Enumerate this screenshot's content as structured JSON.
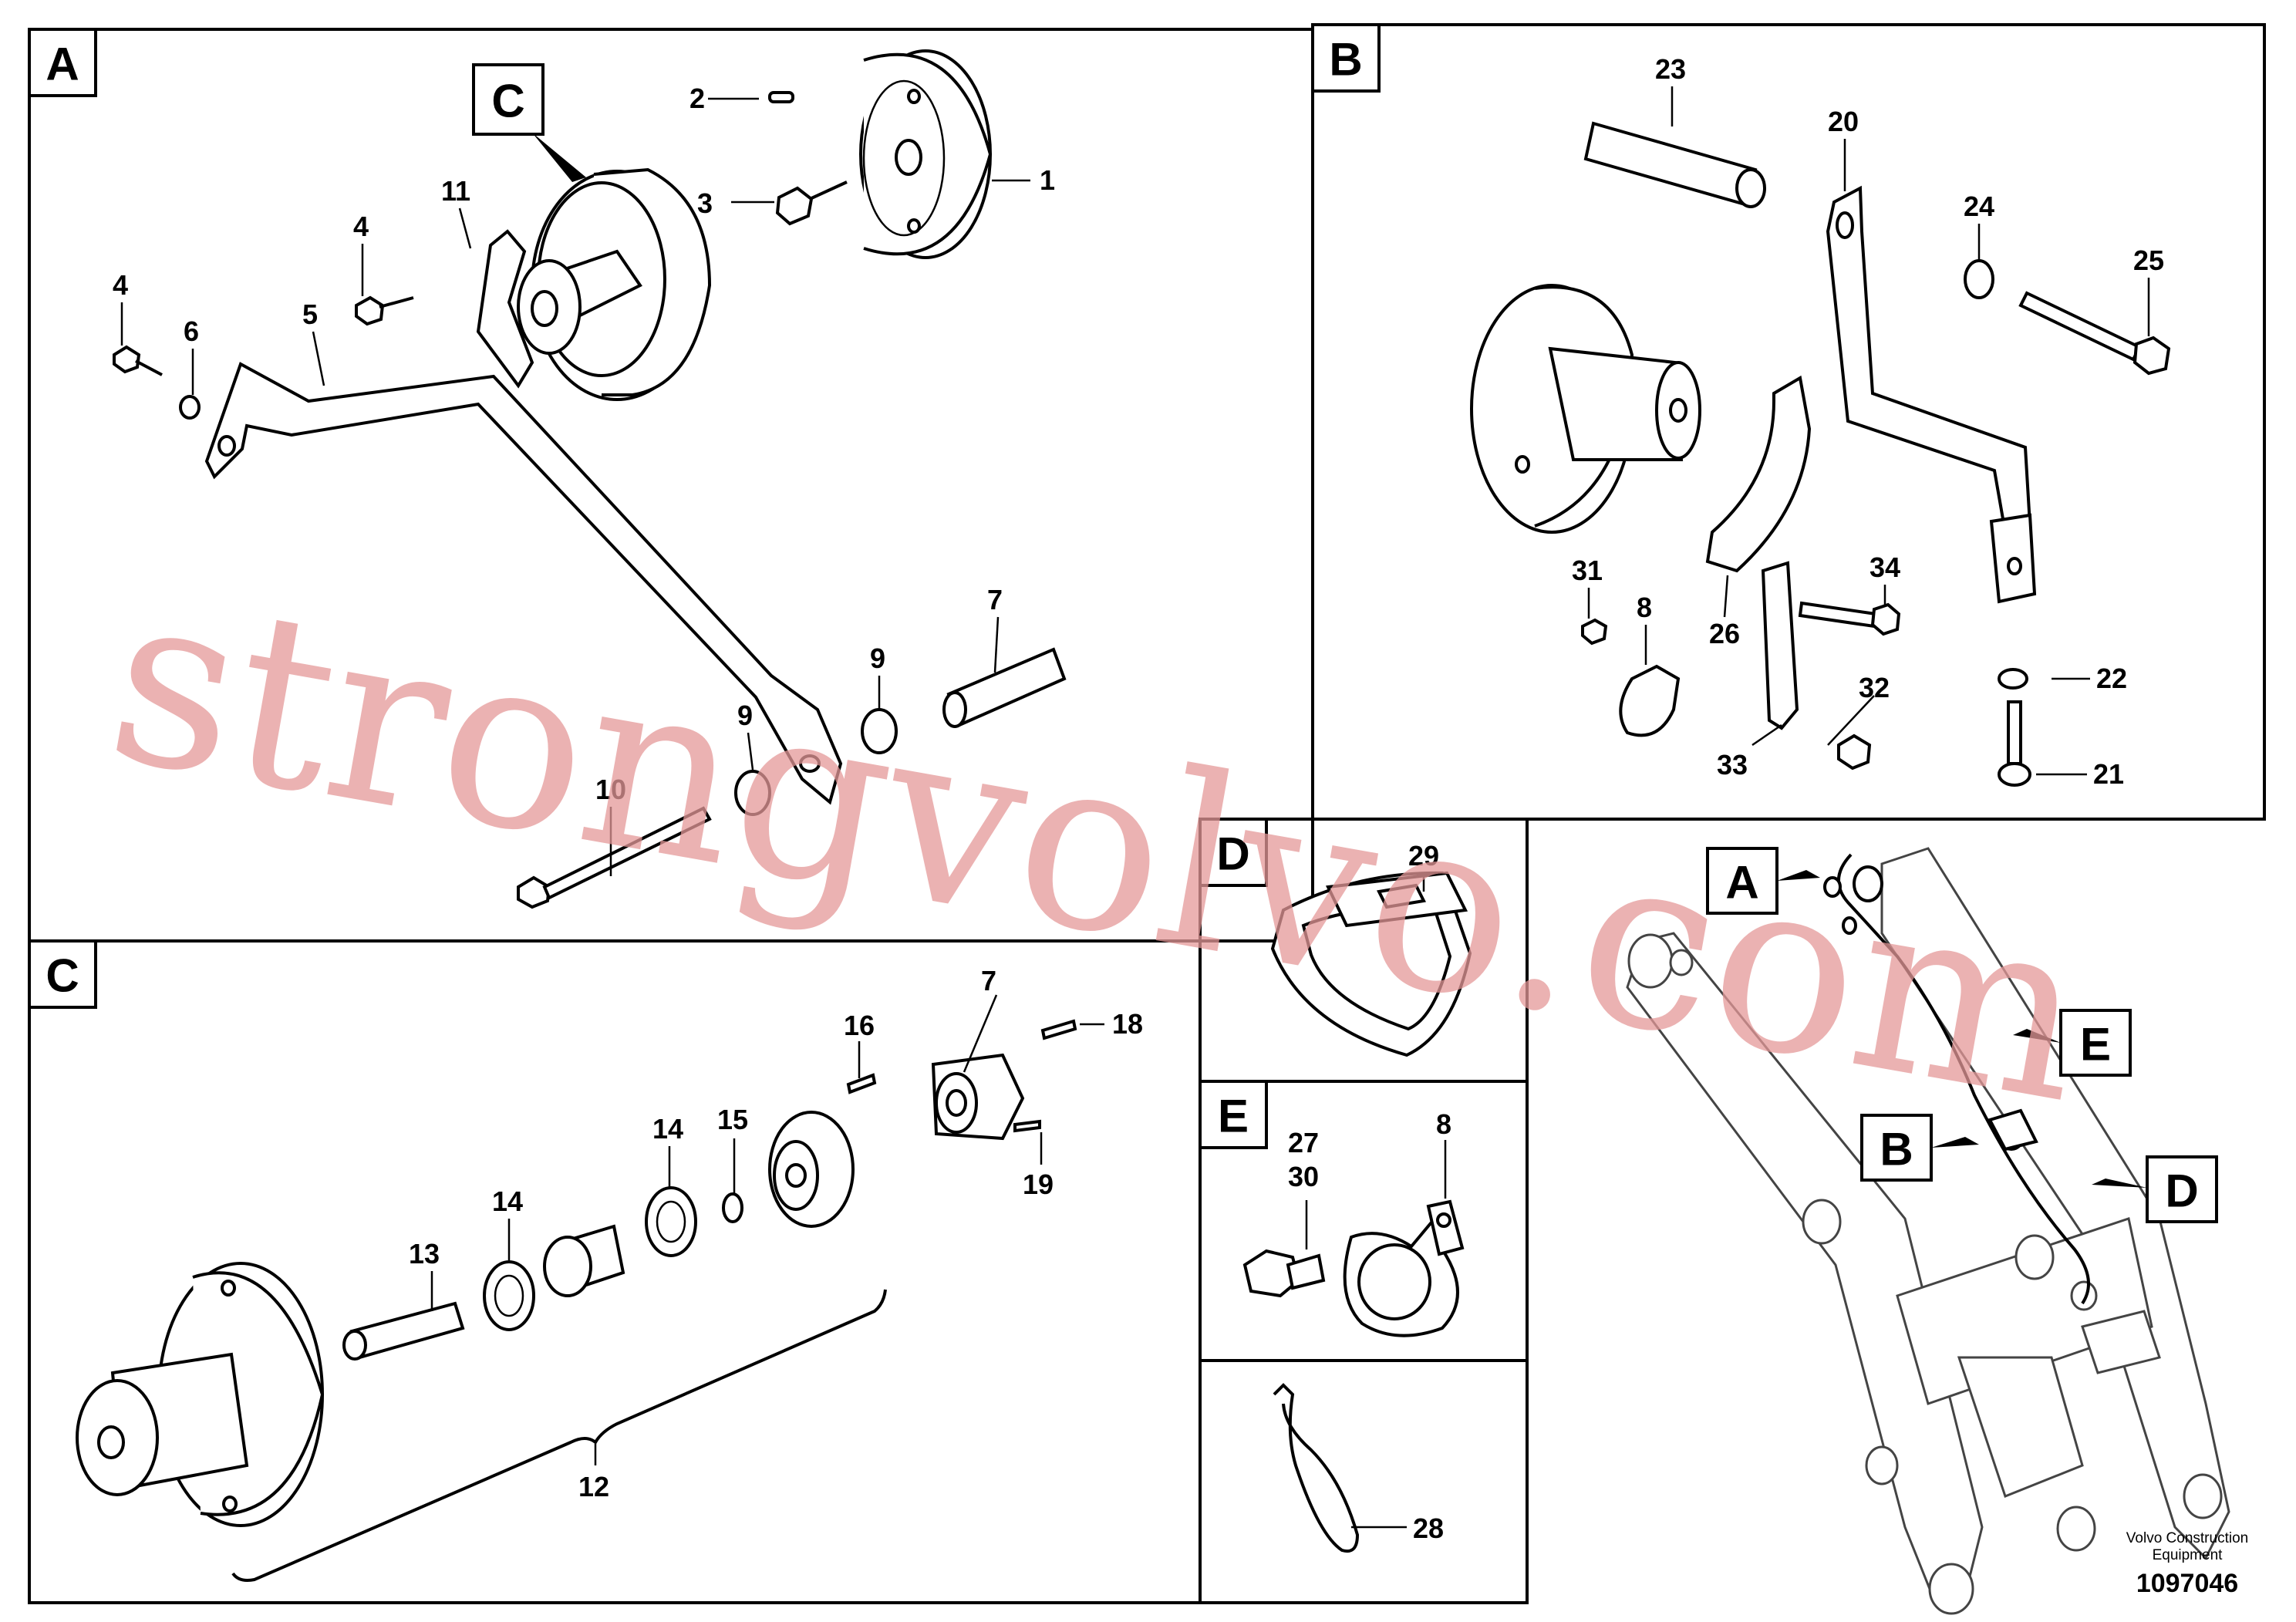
{
  "panels": {
    "a": "A",
    "b": "B",
    "c": "C",
    "d": "D",
    "e": "E"
  },
  "callout_tags": {
    "a_ref_c": "C",
    "overview_a": "A",
    "overview_b": "B",
    "overview_d": "D",
    "overview_e": "E"
  },
  "part_labels": {
    "p1": "1",
    "p2": "2",
    "p3": "3",
    "p4a": "4",
    "p4b": "4",
    "p5": "5",
    "p6": "6",
    "p7a": "7",
    "p7b": "7",
    "p8a": "8",
    "p8b": "8",
    "p9a": "9",
    "p9b": "9",
    "p10": "10",
    "p11": "11",
    "p12": "12",
    "p13": "13",
    "p14a": "14",
    "p14b": "14",
    "p15": "15",
    "p16": "16",
    "p18": "18",
    "p19": "19",
    "p20": "20",
    "p21": "21",
    "p22": "22",
    "p23": "23",
    "p24": "24",
    "p25": "25",
    "p26": "26",
    "p27": "27",
    "p28": "28",
    "p29": "29",
    "p30": "30",
    "p31": "31",
    "p32": "32",
    "p33": "33",
    "p34": "34"
  },
  "footer": {
    "credit_line1": "Volvo Construction",
    "credit_line2": "Equipment",
    "doc_number": "1097046"
  },
  "watermark": "strongvolvo.com"
}
